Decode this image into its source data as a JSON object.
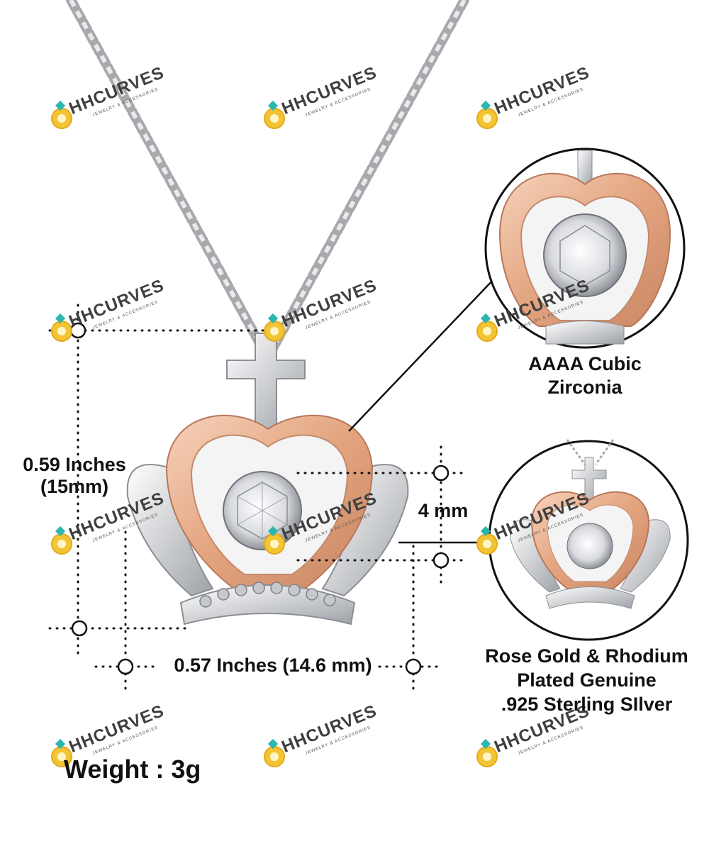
{
  "annotations": {
    "height_inches": "0.59 Inches",
    "height_mm": "(15mm)",
    "stone_size": "4 mm",
    "width": "0.57 Inches (14.6 mm)",
    "weight": "Weight : 3g"
  },
  "callouts": {
    "stone_line1": "AAAA Cubic",
    "stone_line2": "Zirconia",
    "metal_line1": "Rose Gold & Rhodium",
    "metal_line2": "Plated Genuine",
    "metal_line3": ".925  Sterling SIlver"
  },
  "watermark": {
    "brand": "HHCURVES",
    "tagline": "JEWELRY & ACCESSORIES"
  },
  "colors": {
    "rose_gold": "#e7b08e",
    "silver": "#d9dadc",
    "text": "#111111",
    "dots": "#111111",
    "ring_gold": "#f3c534",
    "gem_teal": "#2bb7b0"
  }
}
